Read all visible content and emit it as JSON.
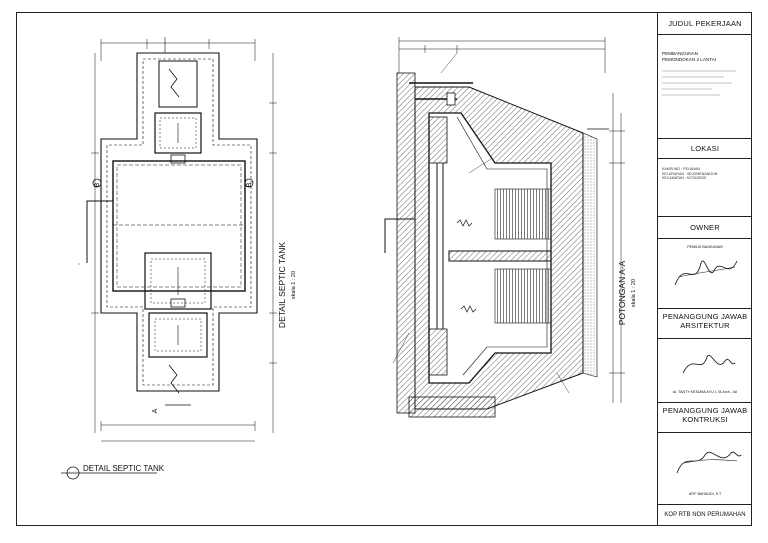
{
  "labels": {
    "plan_title": "DETAIL SEPTIC TANK",
    "plan_scale": "skala 1 : 20",
    "section_title": "POTONGAN A-A",
    "section_scale": "skala 1 : 20",
    "legend_title": "DETAIL SEPTIC TANK",
    "mark_b_left": "B",
    "mark_b_right": "B",
    "mark_a_bottom": "A"
  },
  "titleblock": {
    "judul": "JUDUL PEKERJAAN",
    "project_line1": "PEMBANGUNAN",
    "project_line2": "PEMONDOKAN 2 LANTAI",
    "lokasi": "LOKASI",
    "kampung": "KAMPUNG     : PELANAN",
    "kelurahan": "KELURAHAN  : SEJOMENANGUN",
    "kecamatan": "KECAMATAN  : KOTAGEDE",
    "owner": "OWNER",
    "pemilik": "PEMILIK BANGUNAN",
    "arsitektur_1": "PENANGGUNG JAWAB",
    "arsitektur_2": "ARSITEKTUR",
    "architect_name": "Ar. TANTY KESUMA AYU J, M.Arch., IAI",
    "konstruksi_1": "PENANGGUNG JAWAB",
    "konstruksi_2": "KONTRUKSI",
    "engineer_name": "AFIF BAHAUDI, S.T",
    "footer": "KOP RTB NON PERUMAHAN"
  }
}
